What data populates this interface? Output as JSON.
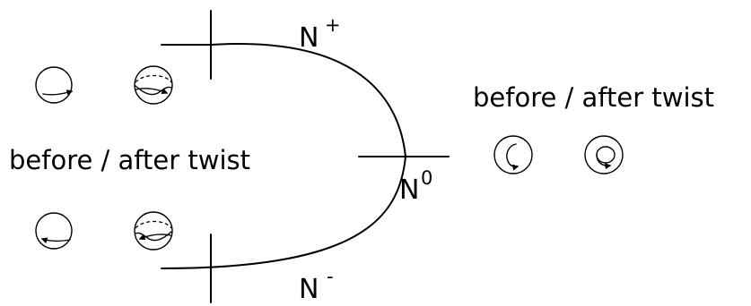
{
  "labels": {
    "n_plus": "N",
    "n_plus_sup": "+",
    "n_minus": "N",
    "n_minus_sup": "-",
    "n_zero": "N",
    "n_zero_sup": "0",
    "left_caption": "before / after twist",
    "right_caption": "before / after twist"
  },
  "colors": {
    "ink": "#000000",
    "background": "#ffffff"
  },
  "icons": {
    "circle_straight_arrow": "circle-with-straight-arrow",
    "sphere_twisted_arrow": "sphere-with-twisted-arrow",
    "circle_curl_arrow": "circle-with-curl-arrow",
    "circle_loop_arrow": "circle-with-loop-arrow"
  }
}
